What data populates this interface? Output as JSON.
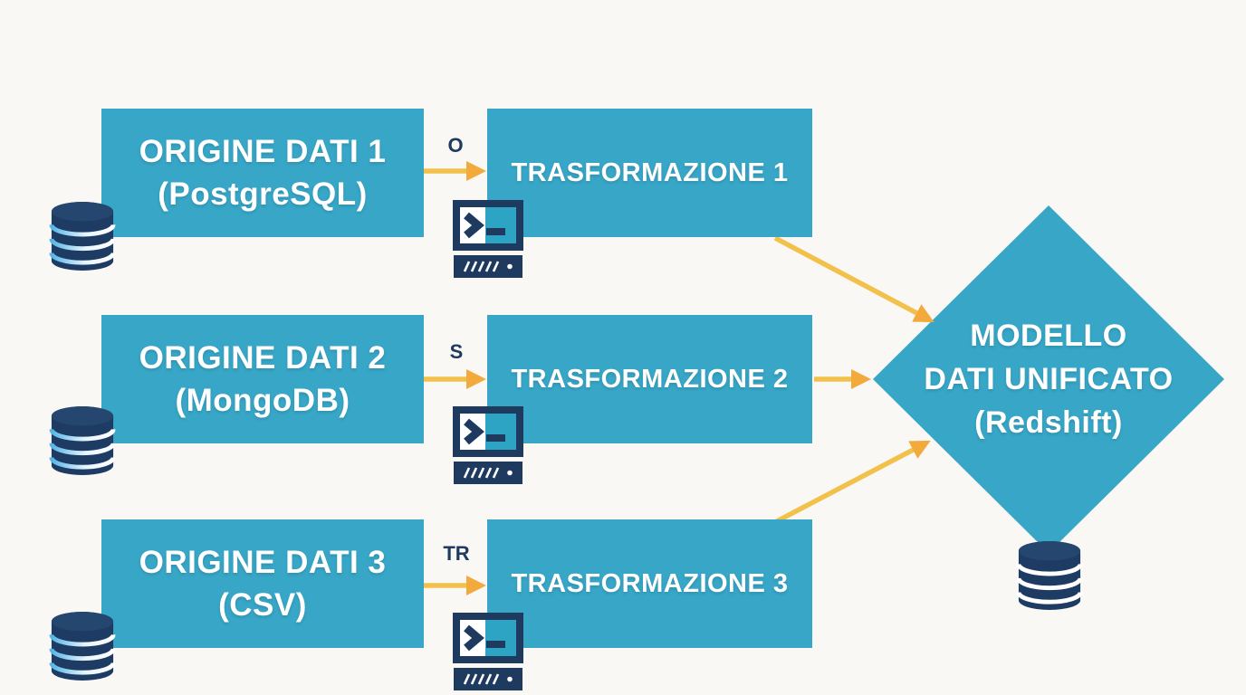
{
  "diagram": {
    "title_implicit": "ETL pipeline flow",
    "colors": {
      "background": "#f9f8f5",
      "node_fill": "#38a7c7",
      "node_text": "#ffffff",
      "navy": "#1e3a5f",
      "arrow_shaft": "#f2c14c",
      "arrow_head": "#f3aa3d"
    },
    "sources": [
      {
        "title": "ORIGINE DATI 1",
        "subtitle": "(PostgreSQL)",
        "arrow_label": "O"
      },
      {
        "title": "ORIGINE DATI 2",
        "subtitle": "(MongoDB)",
        "arrow_label": "S"
      },
      {
        "title": "ORIGINE DATI 3",
        "subtitle": "(CSV)",
        "arrow_label": "TR"
      }
    ],
    "transformations": [
      {
        "title": "TRASFORMAZIONE 1"
      },
      {
        "title": "TRASFORMAZIONE 2"
      },
      {
        "title": "TRASFORMAZIONE 3"
      }
    ],
    "target": {
      "line1": "MODELLO",
      "line2": "DATI UNIFICATO",
      "line3": "(Redshift)"
    },
    "icons": {
      "database": "database-icon",
      "terminal": "terminal-icon"
    }
  }
}
